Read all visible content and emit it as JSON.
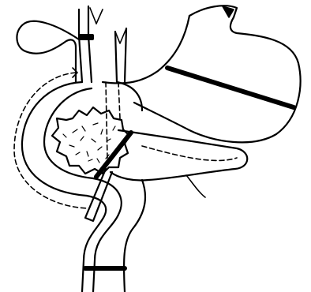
{
  "figure": {
    "structures": [
      "stomach",
      "gastric-transection-line",
      "duodenum",
      "tumor-mass",
      "pancreas",
      "pancreatic-transection-line",
      "common-bile-duct",
      "bile-duct-clip",
      "drain-tube",
      "jejunal-loop",
      "jejunal-transection-line",
      "dashed-reconstruction-line"
    ],
    "colors": {
      "ink": "#000000",
      "background": "#ffffff"
    }
  }
}
